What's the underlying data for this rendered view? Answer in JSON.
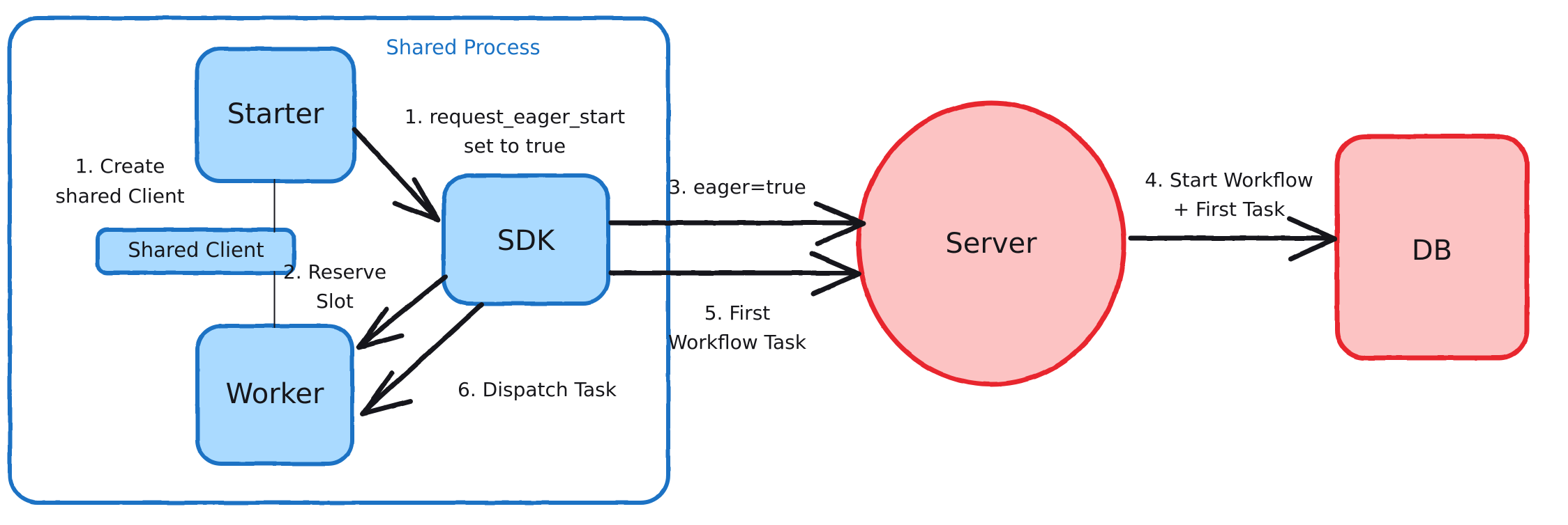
{
  "diagram": {
    "title": "Eager Workflow Start sequence",
    "colors": {
      "blue_stroke": "#1a72c4",
      "blue_fill": "#aadaff",
      "red_stroke": "#e8262d",
      "red_fill": "#fcc3c3",
      "ink": "#16161a",
      "background": "#ffffff"
    },
    "group": {
      "label": "Shared Process",
      "stroke": "#1a72c4"
    },
    "nodes": [
      {
        "id": "starter",
        "label": "Starter",
        "shape": "rounded-rect",
        "fill": "#aadaff",
        "stroke": "#1a72c4"
      },
      {
        "id": "shared-client",
        "label": "Shared Client",
        "shape": "rounded-rect",
        "fill": "#aadaff",
        "stroke": "#1a72c4"
      },
      {
        "id": "worker",
        "label": "Worker",
        "shape": "rounded-rect",
        "fill": "#aadaff",
        "stroke": "#1a72c4"
      },
      {
        "id": "sdk",
        "label": "SDK",
        "shape": "rounded-rect",
        "fill": "#aadaff",
        "stroke": "#1a72c4"
      },
      {
        "id": "server",
        "label": "Server",
        "shape": "ellipse",
        "fill": "#fcc3c3",
        "stroke": "#e8262d"
      },
      {
        "id": "db",
        "label": "DB",
        "shape": "rounded-rect",
        "fill": "#fcc3c3",
        "stroke": "#e8262d"
      }
    ],
    "edges": [
      {
        "id": "e1",
        "from": "starter",
        "to": "sdk",
        "label_lines": [
          "1. request_eager_start",
          "set to true"
        ]
      },
      {
        "id": "e2",
        "from": "sdk",
        "to": "worker",
        "label_lines": [
          "2. Reserve",
          "Slot"
        ]
      },
      {
        "id": "e3",
        "from": "sdk",
        "to": "server",
        "label_lines": [
          "3. eager=true"
        ]
      },
      {
        "id": "e4",
        "from": "server",
        "to": "db",
        "label_lines": [
          "4. Start Workflow",
          "+ First Task"
        ]
      },
      {
        "id": "e5",
        "from": "sdk",
        "to": "server",
        "label_lines": [
          "5. First",
          "Workflow Task"
        ]
      },
      {
        "id": "e6",
        "from": "sdk",
        "to": "worker",
        "label_lines": [
          "6. Dispatch Task"
        ]
      },
      {
        "id": "e0",
        "from": "starter",
        "to": "shared-client",
        "label_lines": [
          "1. Create",
          "shared Client"
        ]
      },
      {
        "id": "e0b",
        "from": "shared-client",
        "to": "worker",
        "label_lines": []
      }
    ],
    "labels": {
      "create_shared_client_l1": "1. Create",
      "create_shared_client_l2": "shared Client",
      "request_eager_start_l1": "1. request_eager_start",
      "request_eager_start_l2": "set to true",
      "reserve_slot_l1": "2. Reserve",
      "reserve_slot_l2": "Slot",
      "eager_true": "3. eager=true",
      "start_workflow_l1": "4. Start Workflow",
      "start_workflow_l2": "+ First Task",
      "first_wf_task_l1": "5. First",
      "first_wf_task_l2": "Workflow Task",
      "dispatch_task": "6. Dispatch Task"
    }
  }
}
